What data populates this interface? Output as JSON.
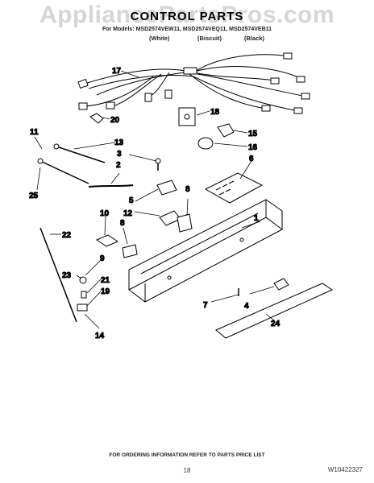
{
  "watermark": "AppliancePartsPros.com",
  "header": {
    "title": "CONTROL PARTS",
    "models": "For Models: MSD2574VEW11, MSD2574VEQ11, MSD2574VEB11",
    "variants": [
      "(White)",
      "(Biscuit)",
      "(Black)"
    ]
  },
  "callouts": [
    "1",
    "2",
    "3",
    "4",
    "5",
    "6",
    "7",
    "8",
    "8",
    "9",
    "10",
    "11",
    "12",
    "13",
    "14",
    "15",
    "16",
    "17",
    "18",
    "19",
    "20",
    "21",
    "22",
    "23",
    "24",
    "25"
  ],
  "footer": {
    "ordering": "FOR ORDERING INFORMATION REFER TO PARTS PRICE LIST",
    "page_number": "18",
    "document_number": "W10422327"
  }
}
